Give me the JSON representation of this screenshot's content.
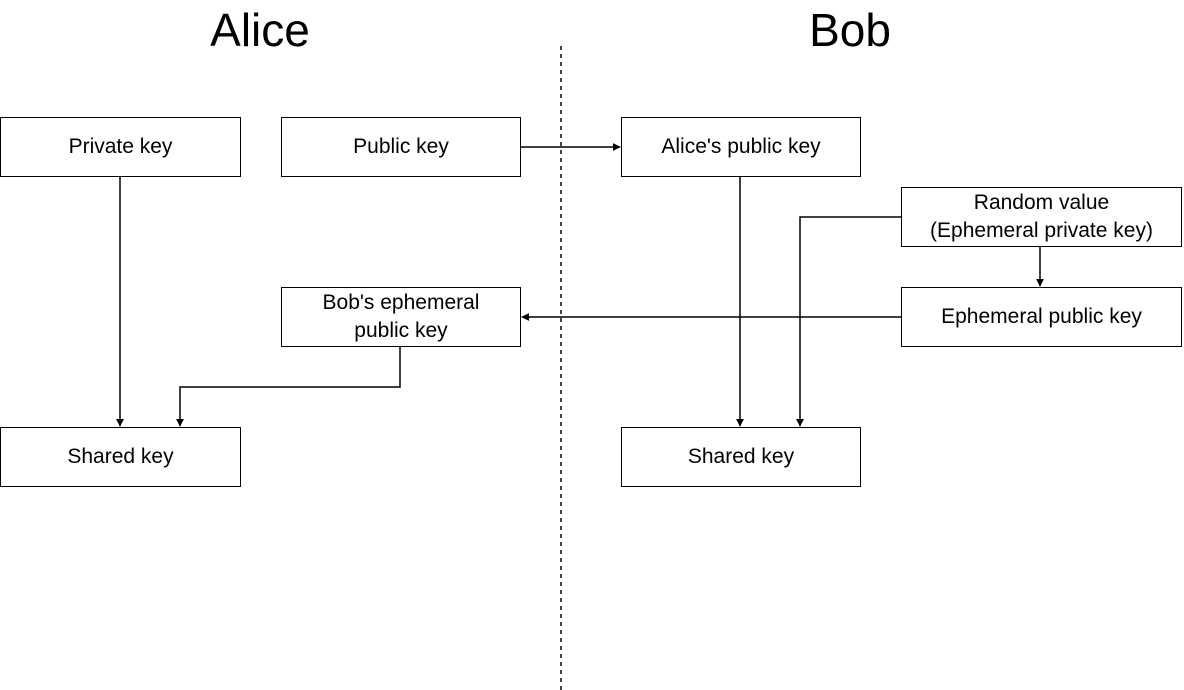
{
  "headings": {
    "alice": "Alice",
    "bob": "Bob"
  },
  "nodes": {
    "alice_private_key": "Private key",
    "alice_public_key": "Public key",
    "alice_bob_ephemeral_public_key": "Bob's ephemeral\npublic key",
    "alice_shared_key": "Shared key",
    "bob_alice_public_key": "Alice's public key",
    "bob_random_value": "Random value\n(Ephemeral private key)",
    "bob_ephemeral_public_key": "Ephemeral public key",
    "bob_shared_key": "Shared key"
  },
  "colors": {
    "line": "#000000",
    "box_border": "#000000",
    "background": "#ffffff"
  }
}
